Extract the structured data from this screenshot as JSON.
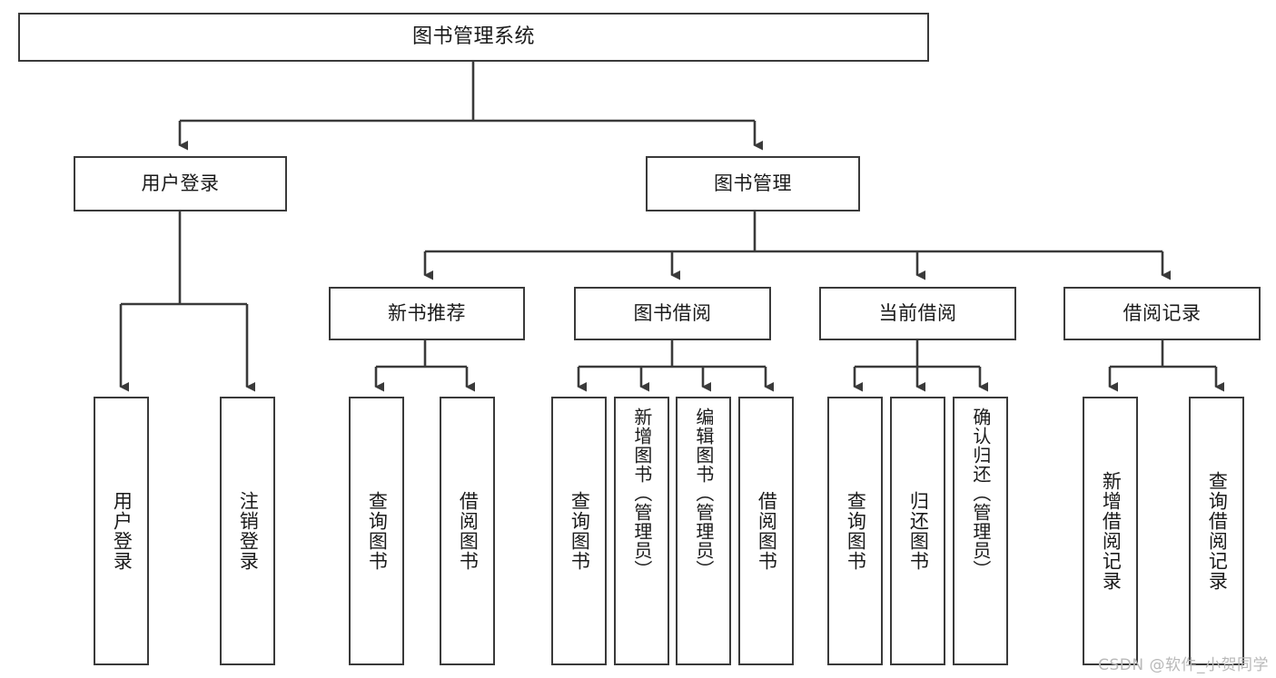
{
  "diagram": {
    "type": "tree-flowchart",
    "title": "图书管理系统",
    "background_color": "#ffffff",
    "line_color": "#3a3a3a",
    "box_border_color": "#3a3a3a",
    "text_color": "#1a1a1a",
    "root": {
      "label": "图书管理系统",
      "children": [
        {
          "label": "用户登录",
          "children": [
            {
              "label": "用户登录"
            },
            {
              "label": "注销登录"
            }
          ]
        },
        {
          "label": "图书管理",
          "children": [
            {
              "label": "新书推荐",
              "children": [
                {
                  "label": "查询图书"
                },
                {
                  "label": "借阅图书"
                }
              ]
            },
            {
              "label": "图书借阅",
              "children": [
                {
                  "label": "查询图书"
                },
                {
                  "label": "新增图书（管理员）"
                },
                {
                  "label": "编辑图书（管理员）"
                },
                {
                  "label": "借阅图书"
                }
              ]
            },
            {
              "label": "当前借阅",
              "children": [
                {
                  "label": "查询图书"
                },
                {
                  "label": "归还图书"
                },
                {
                  "label": "确认归还（管理员）"
                }
              ]
            },
            {
              "label": "借阅记录",
              "children": [
                {
                  "label": "新增借阅记录"
                },
                {
                  "label": "查询借阅记录"
                }
              ]
            }
          ]
        }
      ]
    }
  },
  "watermark": {
    "text": "CSDN @软件_小贺同学"
  }
}
